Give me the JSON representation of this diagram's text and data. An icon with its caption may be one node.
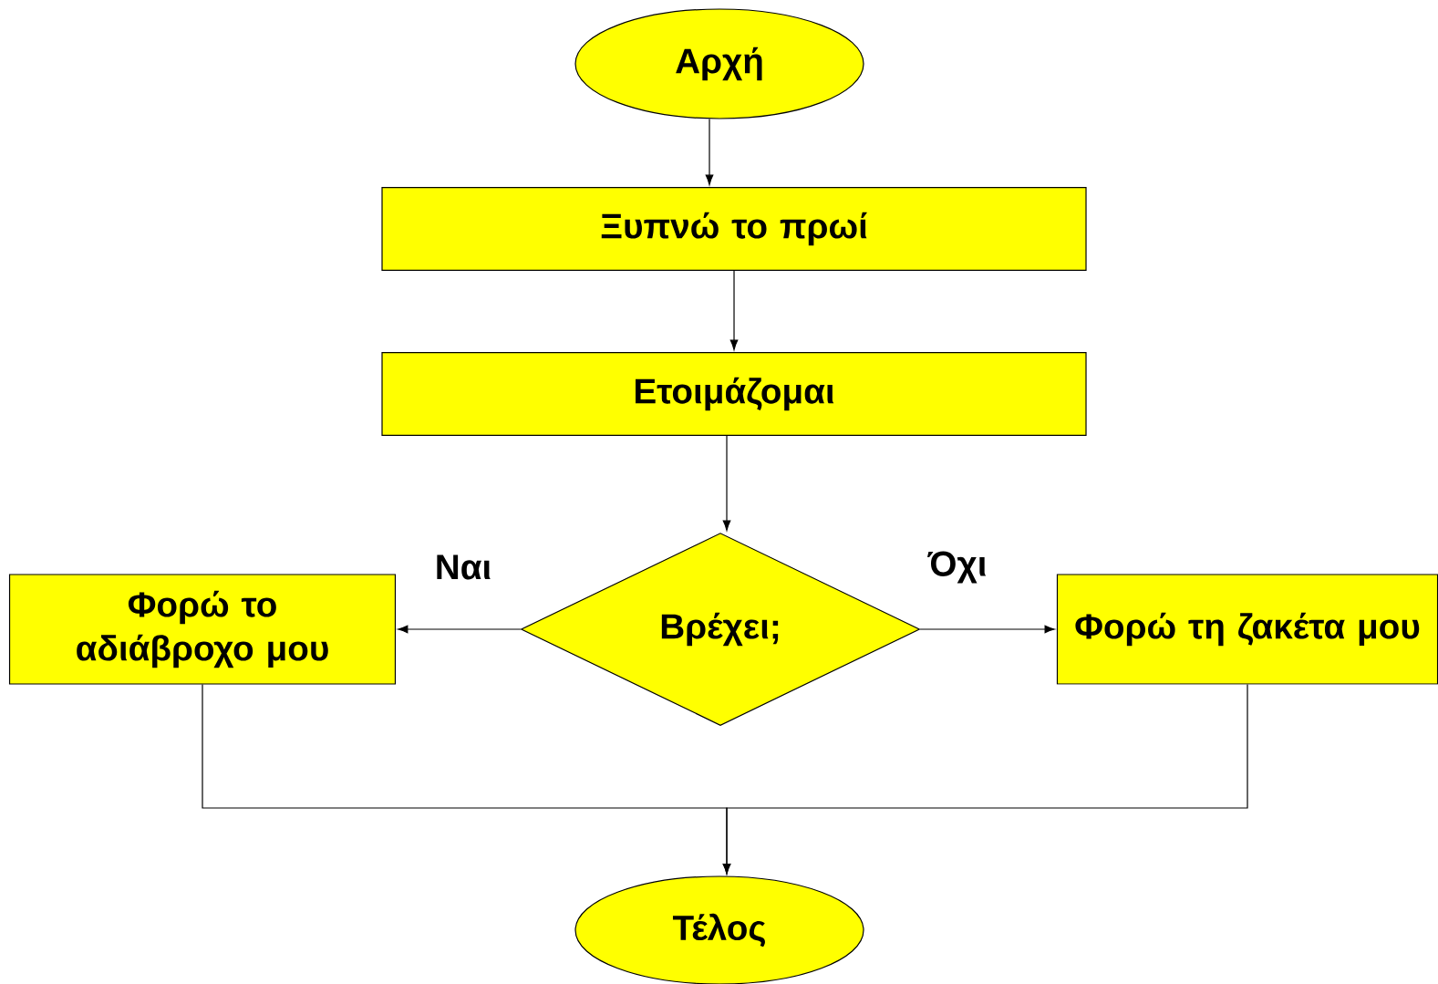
{
  "diagram": {
    "nodes": [
      {
        "text": [
          "Αρχή"
        ]
      },
      {
        "text": [
          "Ξυπνώ το πρωί"
        ]
      },
      {
        "text": [
          "Ετοιμάζομαι"
        ]
      },
      {
        "text": [
          "Βρέχει;"
        ]
      },
      {
        "text": [
          "Φορώ το αδιάβροχο μου"
        ]
      },
      {
        "text": [
          "Φορώ τη ζακέτα μου"
        ]
      },
      {
        "text": [
          "Τέλος"
        ]
      }
    ],
    "edges": [
      {
        "from": 0,
        "to": 1,
        "arrow": "to"
      },
      {
        "from": 1,
        "to": 2,
        "arrow": "to"
      },
      {
        "from": 2,
        "to": 3,
        "arrow": "to"
      },
      {
        "from": 3,
        "to": 4,
        "arrow": "to",
        "label": "Ναι"
      },
      {
        "from": 3,
        "to": 5,
        "arrow": "to",
        "label": "Όχι"
      },
      {
        "from": 4,
        "to": 6,
        "arrow": "to"
      },
      {
        "from": 5,
        "to": 6,
        "arrow": "to"
      }
    ]
  }
}
